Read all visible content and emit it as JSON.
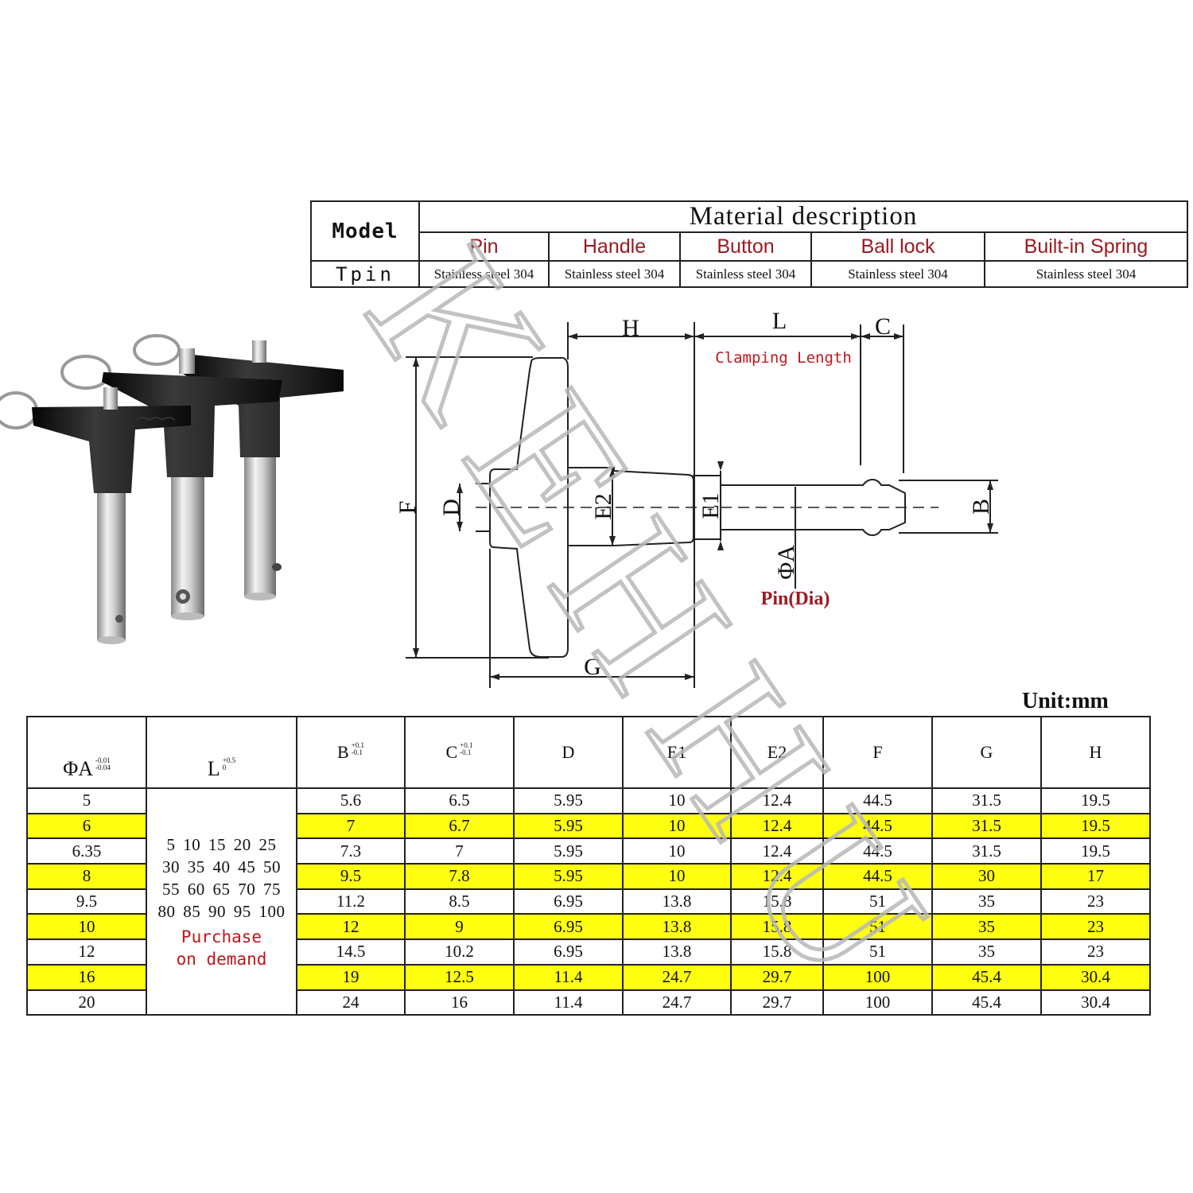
{
  "material_table": {
    "model_header": "Model",
    "description_header": "Material description",
    "parts": [
      "Pin",
      "Handle",
      "Button",
      "Ball lock",
      "Built-in Spring"
    ],
    "model": "Tpin",
    "materials": [
      "Stainless steel 304",
      "Stainless steel 304",
      "Stainless steel 304",
      "Stainless steel 304",
      "Stainless steel 304"
    ]
  },
  "diagram": {
    "labels": {
      "H": "H",
      "L": "L",
      "C": "C",
      "F": "F",
      "D": "D",
      "E2": "E2",
      "E1": "E1",
      "B": "B",
      "A": "ΦA",
      "G": "G"
    },
    "clamping_label": "Clamping Length",
    "pin_label": "Pin(Dia)"
  },
  "unit": "Unit:mm",
  "spec_table": {
    "headers": {
      "A": "ΦA",
      "A_tol_top": "-0.01",
      "A_tol_bottom": "-0.04",
      "L": "L",
      "L_tol_top": "+0.5",
      "L_tol_bottom": "0",
      "B": "B",
      "B_tol_top": "+0.1",
      "B_tol_bottom": "-0.1",
      "C": "C",
      "C_tol_top": "+0.1",
      "C_tol_bottom": "-0.1",
      "D": "D",
      "E1": "E1",
      "E2": "E2",
      "F": "F",
      "G": "G",
      "H": "H"
    },
    "l_values": [
      "5  10  15  20  25",
      "30  35  40  45  50",
      "55  60  65  70  75",
      "80  85  90  95  100"
    ],
    "l_note": [
      "Purchase",
      "on demand"
    ],
    "rows": [
      {
        "A": "5",
        "B": "5.6",
        "C": "6.5",
        "D": "5.95",
        "E1": "10",
        "E2": "12.4",
        "F": "44.5",
        "G": "31.5",
        "H": "19.5",
        "highlight": false
      },
      {
        "A": "6",
        "B": "7",
        "C": "6.7",
        "D": "5.95",
        "E1": "10",
        "E2": "12.4",
        "F": "44.5",
        "G": "31.5",
        "H": "19.5",
        "highlight": true
      },
      {
        "A": "6.35",
        "B": "7.3",
        "C": "7",
        "D": "5.95",
        "E1": "10",
        "E2": "12.4",
        "F": "44.5",
        "G": "31.5",
        "H": "19.5",
        "highlight": false
      },
      {
        "A": "8",
        "B": "9.5",
        "C": "7.8",
        "D": "5.95",
        "E1": "10",
        "E2": "12.4",
        "F": "44.5",
        "G": "30",
        "H": "17",
        "highlight": true
      },
      {
        "A": "9.5",
        "B": "11.2",
        "C": "8.5",
        "D": "6.95",
        "E1": "13.8",
        "E2": "15.8",
        "F": "51",
        "G": "35",
        "H": "23",
        "highlight": false
      },
      {
        "A": "10",
        "B": "12",
        "C": "9",
        "D": "6.95",
        "E1": "13.8",
        "E2": "15.8",
        "F": "51",
        "G": "35",
        "H": "23",
        "highlight": true
      },
      {
        "A": "12",
        "B": "14.5",
        "C": "10.2",
        "D": "6.95",
        "E1": "13.8",
        "E2": "15.8",
        "F": "51",
        "G": "35",
        "H": "23",
        "highlight": false
      },
      {
        "A": "16",
        "B": "19",
        "C": "12.5",
        "D": "11.4",
        "E1": "24.7",
        "E2": "29.7",
        "F": "100",
        "G": "45.4",
        "H": "30.4",
        "highlight": true
      },
      {
        "A": "20",
        "B": "24",
        "C": "16",
        "D": "11.4",
        "E1": "24.7",
        "E2": "29.7",
        "F": "100",
        "G": "45.4",
        "H": "30.4",
        "highlight": false
      }
    ]
  },
  "watermark": "KEHHU",
  "colors": {
    "highlight": "#ffff10",
    "label_red": "#9b1a20",
    "note_red": "#c0161c",
    "watermark": "#b8b8b8"
  }
}
